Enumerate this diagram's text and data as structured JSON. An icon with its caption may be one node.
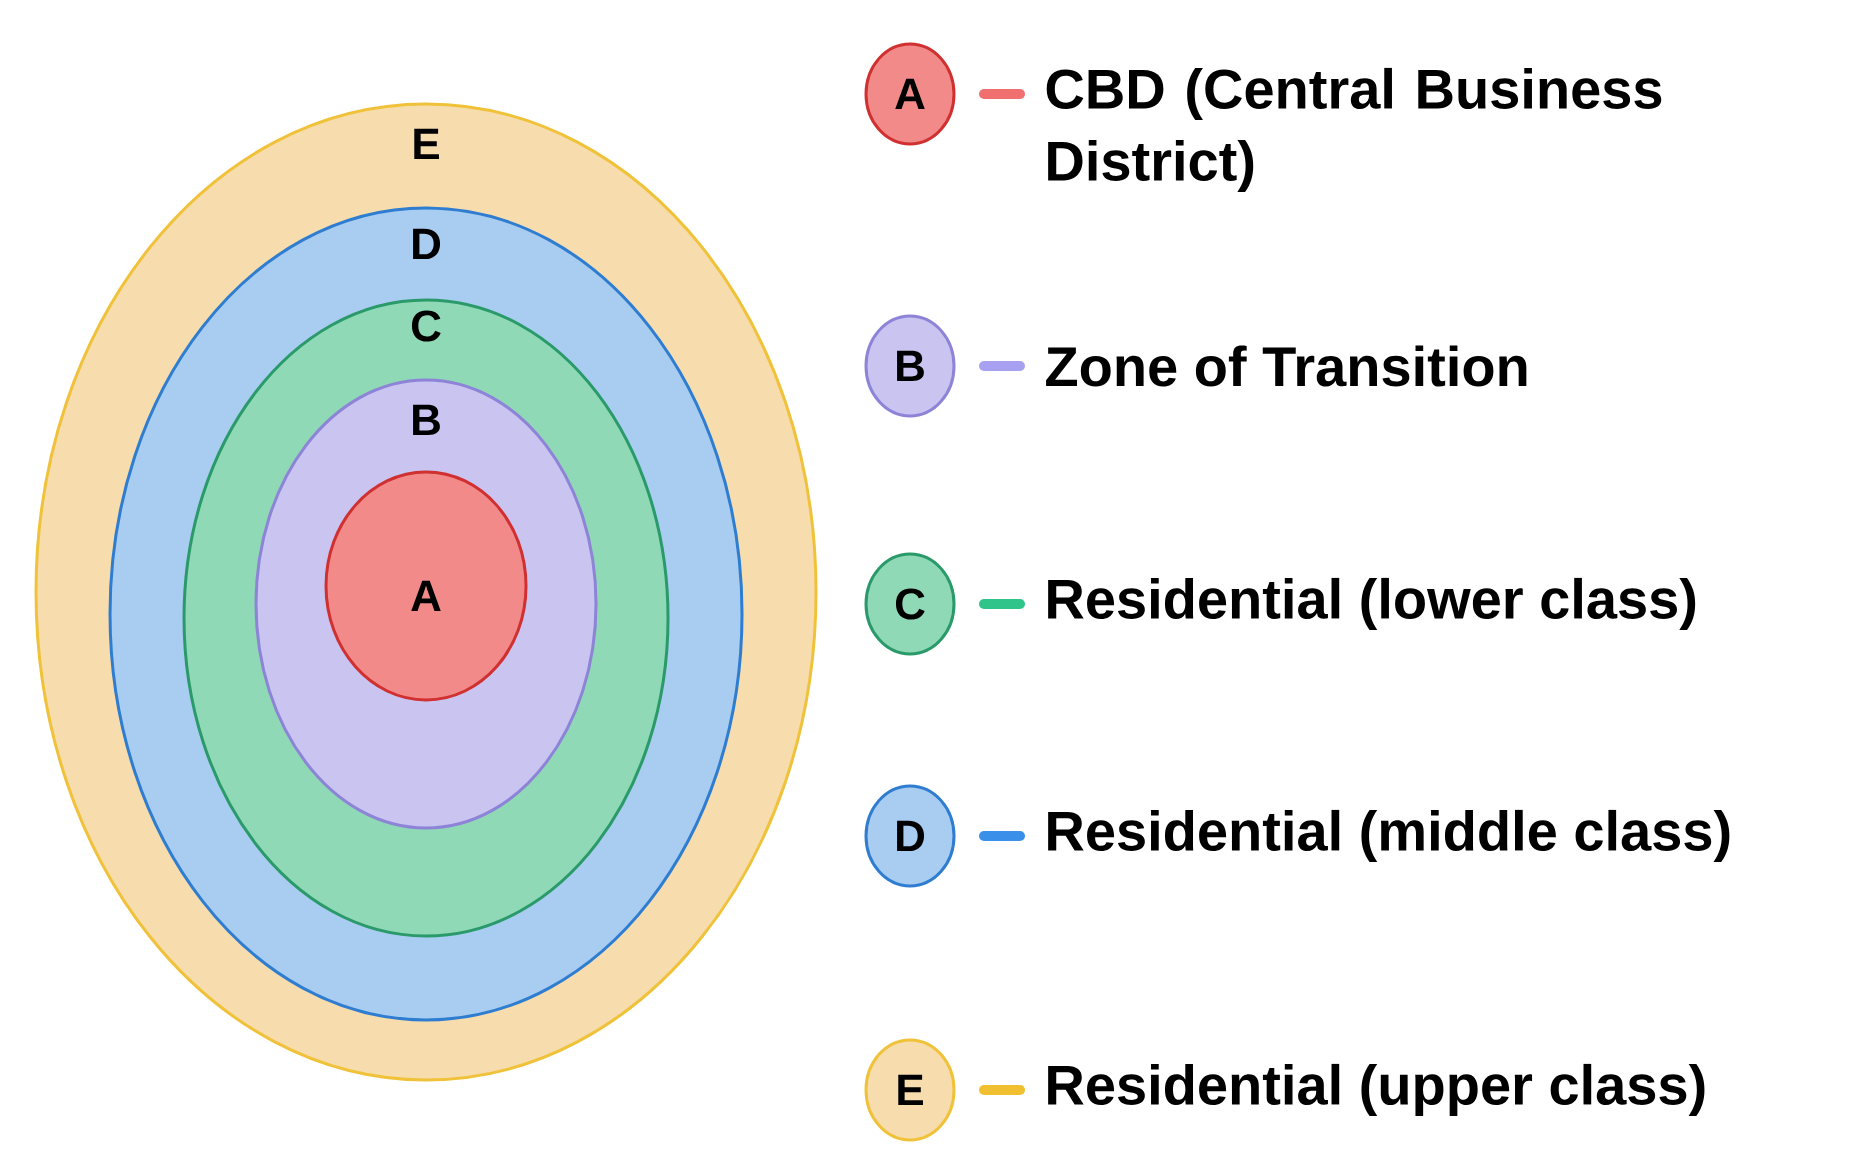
{
  "diagram": {
    "nodes": [
      {
        "text": [
          "E"
        ]
      },
      {
        "text": [
          "D"
        ],
        "in": 0
      },
      {
        "text": [
          "C"
        ],
        "in": 1
      },
      {
        "text": [
          "B"
        ],
        "in": 2
      },
      {
        "text": [
          "A"
        ],
        "in": 3
      },
      {
        "text": [
          "A"
        ],
        "beside": [
          "CBD (Central Business District)"
        ]
      },
      {
        "text": [
          "B"
        ],
        "beside": [
          "Zone of Transition"
        ]
      },
      {
        "text": [
          "C"
        ],
        "beside": [
          "Residential (lower class)"
        ]
      },
      {
        "text": [
          "D"
        ],
        "beside": [
          "Residential (middle class)"
        ]
      },
      {
        "text": [
          "E"
        ],
        "beside": [
          "Residential (upper class)"
        ]
      }
    ]
  }
}
